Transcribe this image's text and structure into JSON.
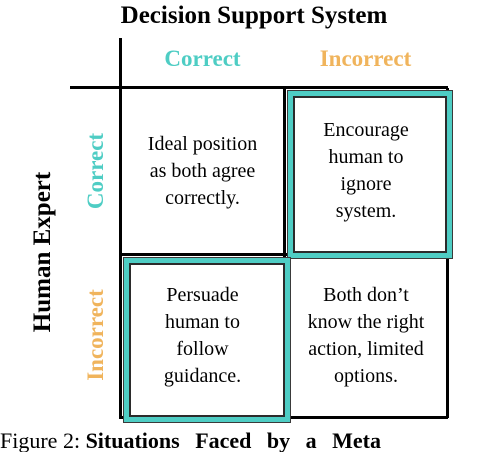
{
  "title": "Decision Support System",
  "y_title": "Human Expert",
  "columns": {
    "correct": "Correct",
    "incorrect": "Incorrect"
  },
  "rows": {
    "correct": "Correct",
    "incorrect": "Incorrect"
  },
  "cells": {
    "correct_correct": [
      "Ideal position",
      "as both agree",
      "correctly."
    ],
    "correct_incorrect": [
      "Encourage",
      "human to",
      "ignore",
      "system."
    ],
    "incorrect_correct": [
      "Persuade",
      "human to",
      "follow",
      "guidance."
    ],
    "incorrect_incorrect": [
      "Both don’t",
      "know the right",
      "action, limited",
      "options."
    ]
  },
  "caption": {
    "label": "Figure 2:",
    "text": "Situations Faced by a Meta"
  },
  "colors": {
    "correct": "#4ecdc4",
    "incorrect": "#f0b45c",
    "highlight_border": "#4ecdc4"
  }
}
